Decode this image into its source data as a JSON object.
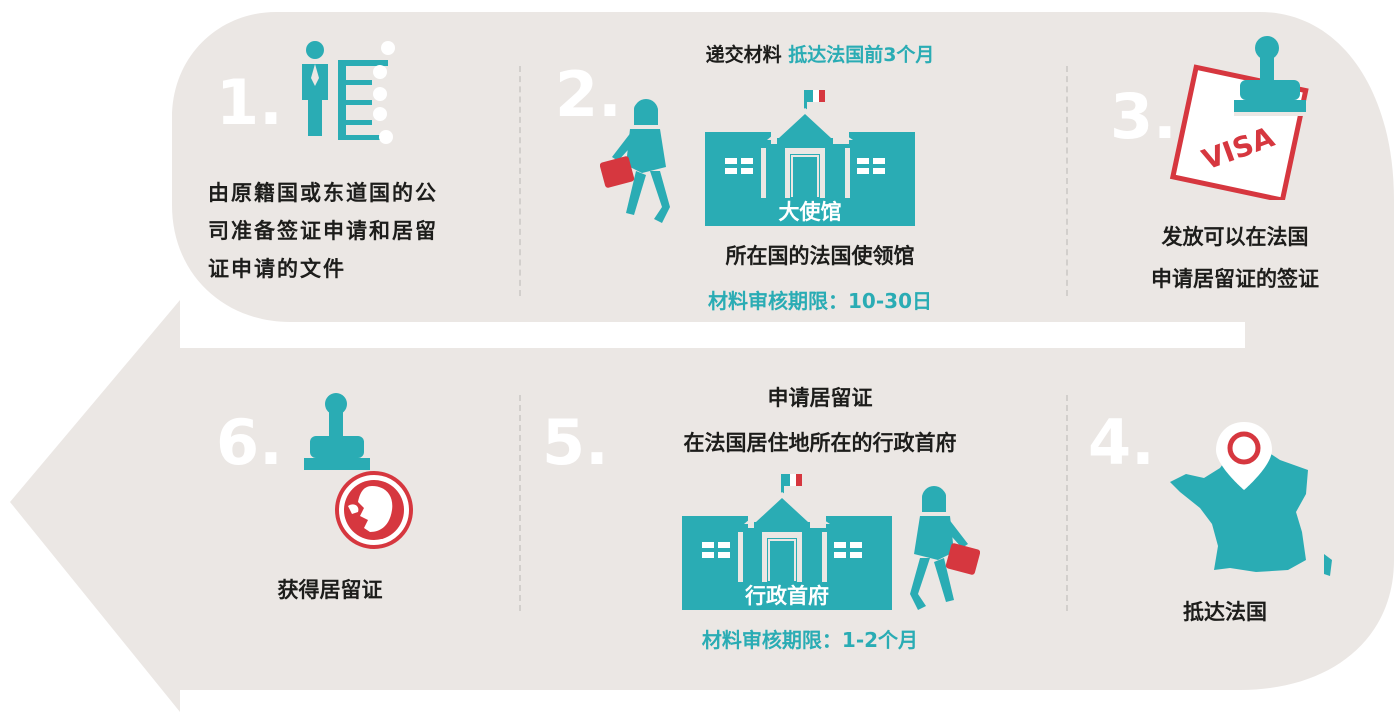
{
  "colors": {
    "teal": "#2aacb4",
    "red": "#d6373f",
    "bg": "#ebe7e4",
    "text": "#1d1d1b"
  },
  "steps": {
    "s1": {
      "num": "1.",
      "lines": [
        "由原籍国或东道国的公",
        "司准备签证申请和居留",
        "证申请的文件"
      ],
      "icon": "business-person-org-icon"
    },
    "s2": {
      "num": "2.",
      "header_black": "递交材料",
      "header_teal": "抵达法国前3个月",
      "building_label": "大使馆",
      "caption": "所在国的法国使领馆",
      "review": "材料审核期限：10-30日",
      "icon": "embassy-building-icon"
    },
    "s3": {
      "num": "3.",
      "stamp_text": "VISA",
      "lines": [
        "发放可以在法国",
        "申请居留证的签证"
      ],
      "icon": "visa-stamp-icon"
    },
    "s4": {
      "num": "4.",
      "caption": "抵达法国",
      "icon": "france-map-pin-icon"
    },
    "s5": {
      "num": "5.",
      "title": "申请居留证",
      "subtitle": "在法国居住地所在的行政首府",
      "building_label": "行政首府",
      "review": "材料审核期限：1-2个月",
      "icon": "prefecture-building-icon"
    },
    "s6": {
      "num": "6.",
      "caption": "获得居留证",
      "icon": "residence-stamp-icon"
    }
  }
}
